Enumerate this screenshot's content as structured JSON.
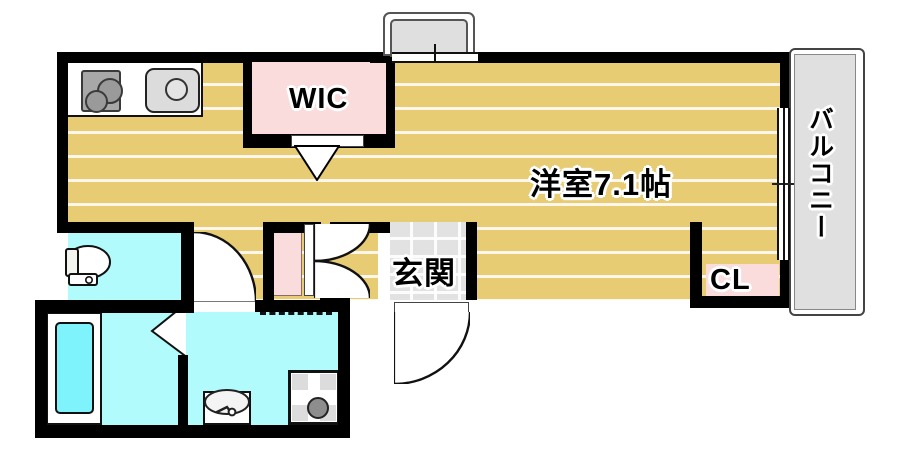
{
  "plan": {
    "type": "floor-plan",
    "units": "jo (tatami)",
    "rooms": [
      {
        "id": "main-room",
        "label": "洋室7.1帖",
        "size_jo": 7.1,
        "kind": "western-room",
        "floor_color": "#e8cc74"
      },
      {
        "id": "wic",
        "label": "WIC",
        "kind": "walk-in-closet",
        "floor_color": "#fbdcdd"
      },
      {
        "id": "closet",
        "label": "CL",
        "kind": "closet",
        "floor_color": "#fbdcdd"
      },
      {
        "id": "entrance",
        "label": "玄関",
        "kind": "entrance-genkan",
        "floor_color": "#e2e2e2"
      },
      {
        "id": "balcony",
        "label": "バルコニー",
        "kind": "balcony",
        "floor_color": "#e0e0e0"
      },
      {
        "id": "toilet",
        "label": "",
        "kind": "toilet",
        "floor_color": "#b2fbfc"
      },
      {
        "id": "bath",
        "label": "",
        "kind": "bathroom-unit",
        "floor_color": "#b2fbfc"
      },
      {
        "id": "washroom",
        "label": "",
        "kind": "washroom-vanity",
        "floor_color": "#b2fbfc"
      },
      {
        "id": "kitchen",
        "label": "",
        "kind": "kitchen-counter",
        "floor_color": "#ffffff"
      },
      {
        "id": "shoebox",
        "label": "",
        "kind": "shoe-cabinet",
        "floor_color": "#fbdcdd"
      }
    ],
    "fixtures": [
      {
        "id": "stove",
        "name": "two-burner-stove"
      },
      {
        "id": "kitchen-sink",
        "name": "kitchen-sink"
      },
      {
        "id": "toilet-fixture",
        "name": "toilet"
      },
      {
        "id": "bathtub",
        "name": "bathtub"
      },
      {
        "id": "washbasin",
        "name": "washbasin"
      },
      {
        "id": "washer-pan",
        "name": "washing-machine-pan"
      }
    ],
    "openings": [
      {
        "id": "bay-window",
        "name": "bay-window-top"
      },
      {
        "id": "balcony-door",
        "name": "sliding-glass-door"
      },
      {
        "id": "entrance-door",
        "name": "entrance-door"
      },
      {
        "id": "genkan-door",
        "name": "double-swing-door"
      },
      {
        "id": "toilet-door",
        "name": "swing-door"
      },
      {
        "id": "bath-door",
        "name": "folding-door"
      },
      {
        "id": "wic-door",
        "name": "sliding-door"
      }
    ],
    "colors": {
      "wall": "#000000",
      "wood_floor": "#e8cc74",
      "closet_pink": "#fbdcdd",
      "water_cyan": "#b2fbfc",
      "balcony_grey": "#e0e0e0",
      "tile_grey": "#e2e2e2"
    }
  }
}
